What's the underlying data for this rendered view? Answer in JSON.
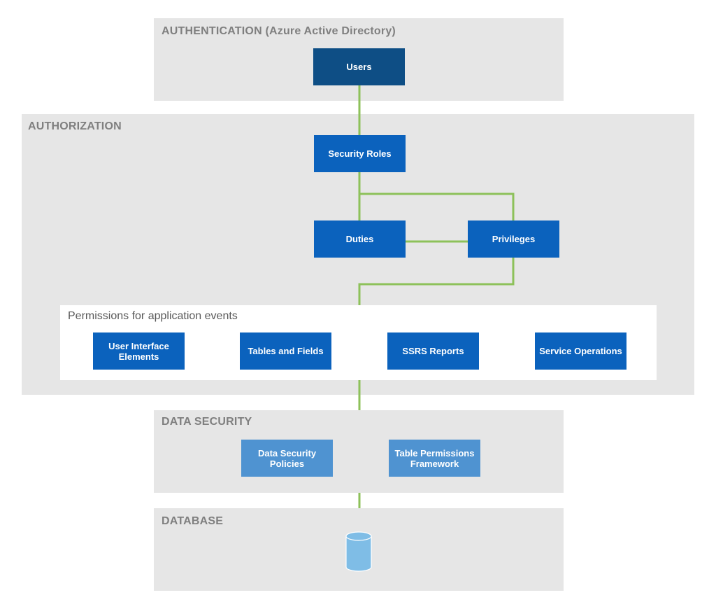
{
  "colors": {
    "panel_bg": "#e6e6e6",
    "title_gray": "#7f7f7f",
    "box_dark": "#0e4e85",
    "box_mid": "#0b62bd",
    "box_light": "#4f93d1",
    "connector_green": "#8dc15a",
    "database_fill": "#7fbde6"
  },
  "authentication": {
    "title": "AUTHENTICATION (Azure Active Directory)",
    "users": "Users"
  },
  "authorization": {
    "title": "AUTHORIZATION",
    "security_roles": "Security Roles",
    "duties": "Duties",
    "privileges": "Privileges",
    "permissions": {
      "title": "Permissions for application events",
      "items": [
        "User Interface Elements",
        "Tables and Fields",
        "SSRS Reports",
        "Service Operations"
      ]
    }
  },
  "data_security": {
    "title": "DATA SECURITY",
    "items": [
      "Data Security Policies",
      "Table Permissions Framework"
    ]
  },
  "database": {
    "title": "DATABASE",
    "icon": "database-icon"
  }
}
